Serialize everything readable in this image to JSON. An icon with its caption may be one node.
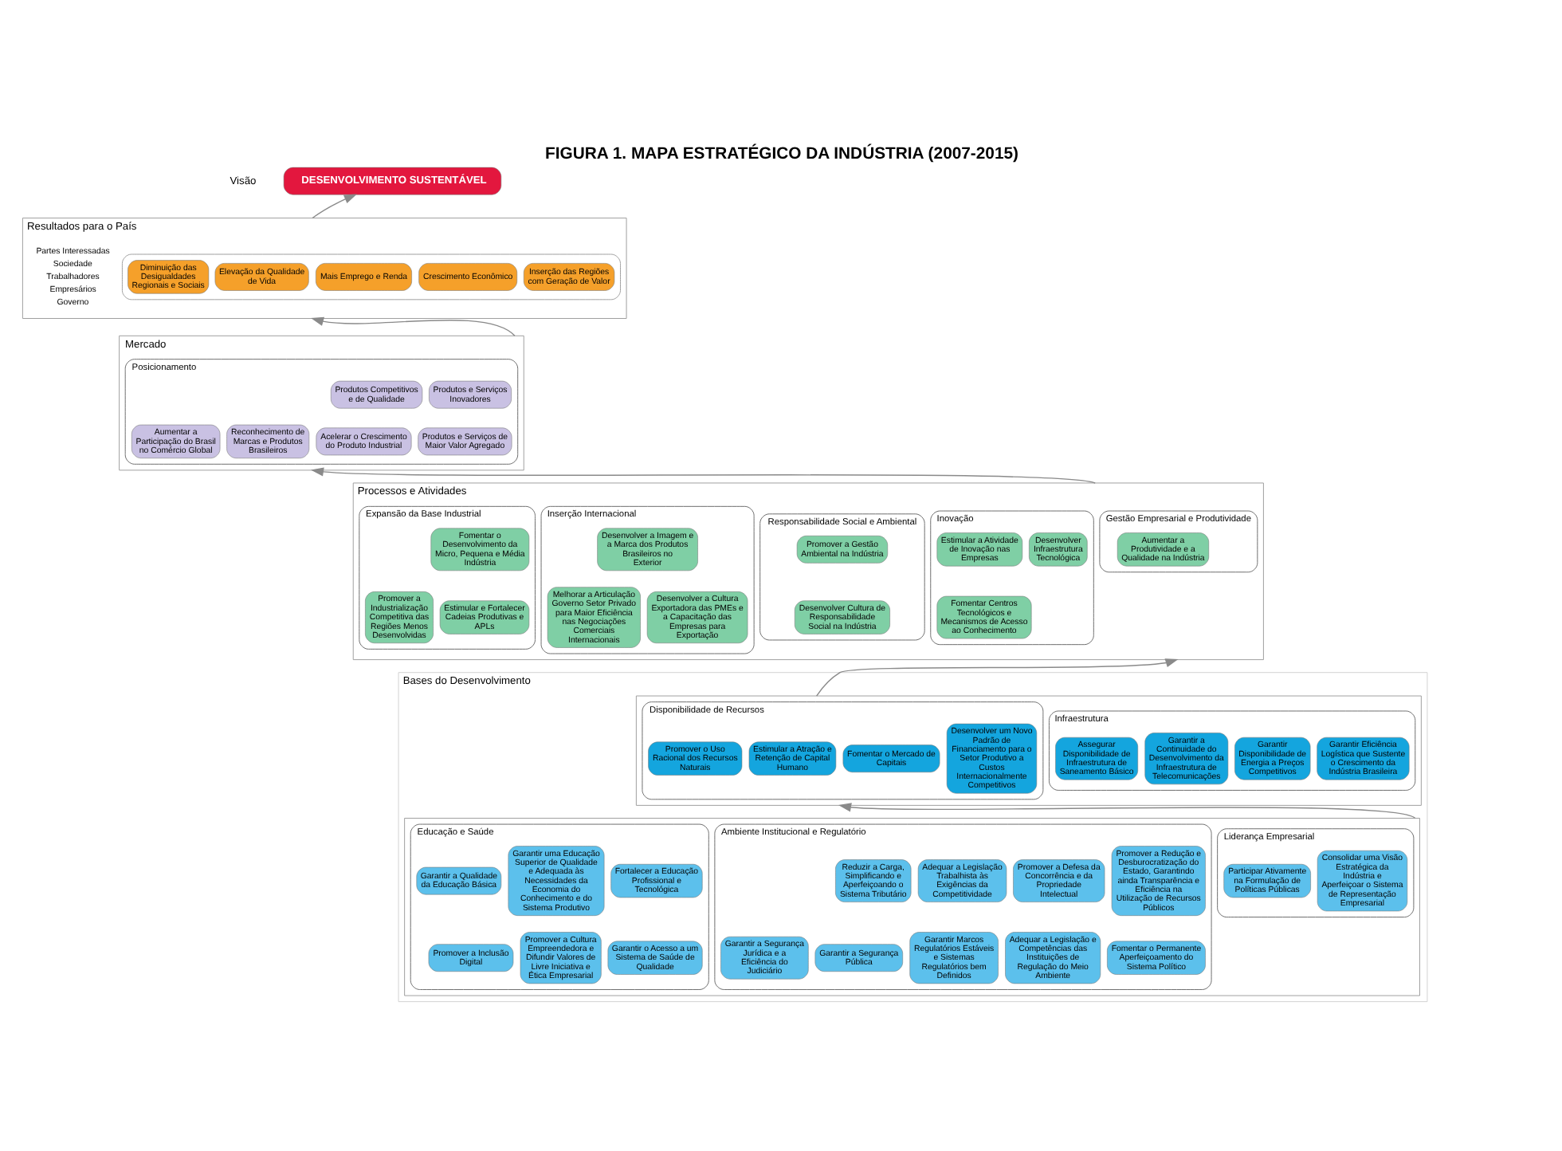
{
  "diagram": {
    "title": "FIGURA 1. MAPA ESTRATÉGICO DA INDÚSTRIA (2007-2015)",
    "nodes": [
      {
        "text": [
          "DESENVOLVIMENTO SUSTENTÁVEL"
        ],
        "beside": [
          "Visão"
        ]
      },
      {
        "text": [
          "Resultados para o País",
          "Partes Interessadas",
          "Sociedade",
          "Trabalhadores",
          "Empresários",
          "Governo"
        ]
      },
      {
        "text": [],
        "shape": "box",
        "in": 1
      },
      {
        "text": [
          "Crescimento Econômico"
        ],
        "in": 2
      },
      {
        "text": [
          "Mais Emprego e Renda"
        ],
        "in": 2
      },
      {
        "text": [
          "Elevação da Qualidade de Vida"
        ],
        "in": 2
      },
      {
        "text": [
          "Diminuição das Desigualdades Regionais e Sociais"
        ],
        "in": 2
      },
      {
        "text": [
          "Inserção das Regiões com Geração de Valor"
        ],
        "in": 2
      },
      {
        "text": [
          "Mercado"
        ]
      },
      {
        "text": [
          "Posicionamento"
        ],
        "in": 8
      },
      {
        "text": [
          "Produtos Competitivos e de Qualidade"
        ],
        "in": 9
      },
      {
        "text": [
          "Produtos e Serviços Inovadores"
        ],
        "in": 9
      },
      {
        "text": [
          "Produtos e Serviços de Maior Valor Agregado"
        ],
        "in": 9
      },
      {
        "text": [
          "Reconhecimento de Marcas e Produtos Brasileiros"
        ],
        "in": 9
      },
      {
        "text": [
          "Acelerar o Crescimento do Produto Industrial"
        ],
        "in": 9
      },
      {
        "text": [
          "Aumentar a Participação do Brasil no Comércio Global"
        ],
        "in": 9
      },
      {
        "text": [
          "Processos e Atividades"
        ]
      },
      {
        "text": [
          "Expansão da Base Industrial"
        ],
        "in": 16
      },
      {
        "text": [
          "Fomentar o Desenvolvimento da Micro, Pequena e Média Indústria"
        ],
        "in": 17
      },
      {
        "text": [
          "Estimular e Fortalecer Cadeias Produtivas e APLs"
        ],
        "in": 17
      },
      {
        "text": [
          "Promover a Industrialização Competitiva das Regiões Menos Desenvolvidas"
        ],
        "in": 17
      },
      {
        "text": [
          "Inserção Internacional"
        ],
        "in": 16
      },
      {
        "text": [
          "Desenvolver a Cultura Exportadora das PMEs e a Capacitação das Empresas para Exportação"
        ],
        "in": 21
      },
      {
        "text": [
          "Melhorar a Articulação Governo Setor Privado para Maior Eficiência nas Negociações Comerciais Internacionais"
        ],
        "in": 21
      },
      {
        "text": [
          "Desenvolver a Imagem e a Marca dos Produtos Brasileiros no Exterior"
        ],
        "in": 21
      },
      {
        "text": [
          "Gestão Empresarial e Produtividade"
        ],
        "in": 16
      },
      {
        "text": [
          "Aumentar a Produtividade e a Qualidade na Indústria"
        ],
        "in": 25
      },
      {
        "text": [
          "Inovação"
        ],
        "in": 16
      },
      {
        "text": [
          "Estimular a Atividade de Inovação nas Empresas"
        ],
        "in": 27
      },
      {
        "text": [
          "Desenvolver Infraestrutura Tecnológica"
        ],
        "in": 27
      },
      {
        "text": [
          "Fomentar Centros Tecnológicos e Mecanismos de Acesso ao Conhecimento"
        ],
        "in": 27
      },
      {
        "text": [
          "Responsabilidade Social e Ambiental"
        ],
        "in": 16
      },
      {
        "text": [
          "Promover a Gestão Ambiental na Indústria"
        ],
        "in": 31
      },
      {
        "text": [
          "Desenvolver Cultura de Responsabilidade Social na Indústria"
        ],
        "in": 31
      },
      {
        "text": [
          "Bases do Desenvolvimento"
        ]
      },
      {
        "text": [],
        "shape": "box",
        "in": 34
      },
      {
        "text": [
          "Infraestrutura"
        ],
        "in": 35
      },
      {
        "text": [
          "Garantir Eficiência Logística que Sustente o Crescimento da Indústria Brasileira"
        ],
        "in": 36
      },
      {
        "text": [
          "Garantir Disponibilidade de Energia a Preços Competitivos"
        ],
        "in": 36
      },
      {
        "text": [
          "Garantir a Continuidade do Desenvolvimento da Infraestrutura de Telecomunicações"
        ],
        "in": 36
      },
      {
        "text": [
          "Assegurar Disponibilidade de Infraestrutura de Saneamento Básico"
        ],
        "in": 36
      },
      {
        "text": [
          "Disponibilidade de Recursos"
        ],
        "in": 35
      },
      {
        "text": [
          "Desenvolver um Novo Padrão de Financiamento para o Setor Produtivo a Custos Internacionalmente Competitivos"
        ],
        "in": 41
      },
      {
        "text": [
          "Fomentar o Mercado de Capitais"
        ],
        "in": 41
      },
      {
        "text": [
          "Estimular a Atração e Retenção de Capital Humano"
        ],
        "in": 41
      },
      {
        "text": [
          "Promover o Uso Racional dos Recursos Naturais"
        ],
        "in": 41
      },
      {
        "text": [],
        "shape": "box",
        "in": 34
      },
      {
        "text": [
          "Liderança Empresarial"
        ],
        "in": 46
      },
      {
        "text": [
          "Consolidar uma Visão Estratégica da Indústria e Aperfeiçoar o Sistema de Representação Empresarial"
        ],
        "in": 47
      },
      {
        "text": [
          "Participar Ativamente na Formulação de Políticas Públicas"
        ],
        "in": 47
      },
      {
        "text": [
          "Ambiente Institucional e Regulatório"
        ],
        "in": 46
      },
      {
        "text": [
          "Promover a Defesa da Concorrência e da Propriedade Intelectual"
        ],
        "in": 50
      },
      {
        "text": [
          "Promover a Redução e Desburocratização do Estado, Garantindo ainda Transparência e Eficiência na Utilização de Recursos Públicos"
        ],
        "in": 50
      },
      {
        "text": [
          "Reduzir a Carga, Simplificando e Aperfeiçoando o Sistema Tributário"
        ],
        "in": 50
      },
      {
        "text": [
          "Adequar a Legislação Trabalhista às Exigências da Competitividade"
        ],
        "in": 50
      },
      {
        "text": [
          "Garantir a Segurança Jurídica e a Eficiência do Judiciário"
        ],
        "in": 50
      },
      {
        "text": [
          "Fomentar o Permanente Aperfeiçoamento do Sistema Político"
        ],
        "in": 50
      },
      {
        "text": [
          "Garantir a Segurança Pública"
        ],
        "in": 50
      },
      {
        "text": [
          "Garantir Marcos Regulatórios Estáveis e Sistemas Regulatórios bem Definidos"
        ],
        "in": 50
      },
      {
        "text": [
          "Adequar a Legislação e Competências das Instituições de Regulação do Meio Ambiente"
        ],
        "in": 50
      },
      {
        "text": [
          "Educação e Saúde"
        ],
        "in": 46
      },
      {
        "text": [
          "Garantir a Qualidade da Educação Básica"
        ],
        "in": 60
      },
      {
        "text": [
          "Garantir uma Educação Superior de Qualidade e Adequada às Necessidades da Economia do Conhecimento e do Sistema Produtivo"
        ],
        "in": 60
      },
      {
        "text": [
          "Fortalecer a Educação Profissional e Tecnológica"
        ],
        "in": 60
      },
      {
        "text": [
          "Promover a Inclusão Digital"
        ],
        "in": 60
      },
      {
        "text": [
          "Promover a Cultura Empreendedora e Difundir Valores de Livre Iniciativa e Ética Empresarial"
        ],
        "in": 60
      },
      {
        "text": [
          "Garantir o Acesso a um Sistema de Saúde de Qualidade"
        ],
        "in": 60
      }
    ],
    "edges": [
      {
        "from": 1,
        "to": 0,
        "arrow": "to"
      },
      {
        "from": 8,
        "to": 1,
        "arrow": "to"
      },
      {
        "from": 16,
        "to": 8,
        "arrow": "to"
      },
      {
        "from": 35,
        "to": 16,
        "arrow": "to"
      },
      {
        "from": 46,
        "to": 35,
        "arrow": "to"
      }
    ]
  }
}
